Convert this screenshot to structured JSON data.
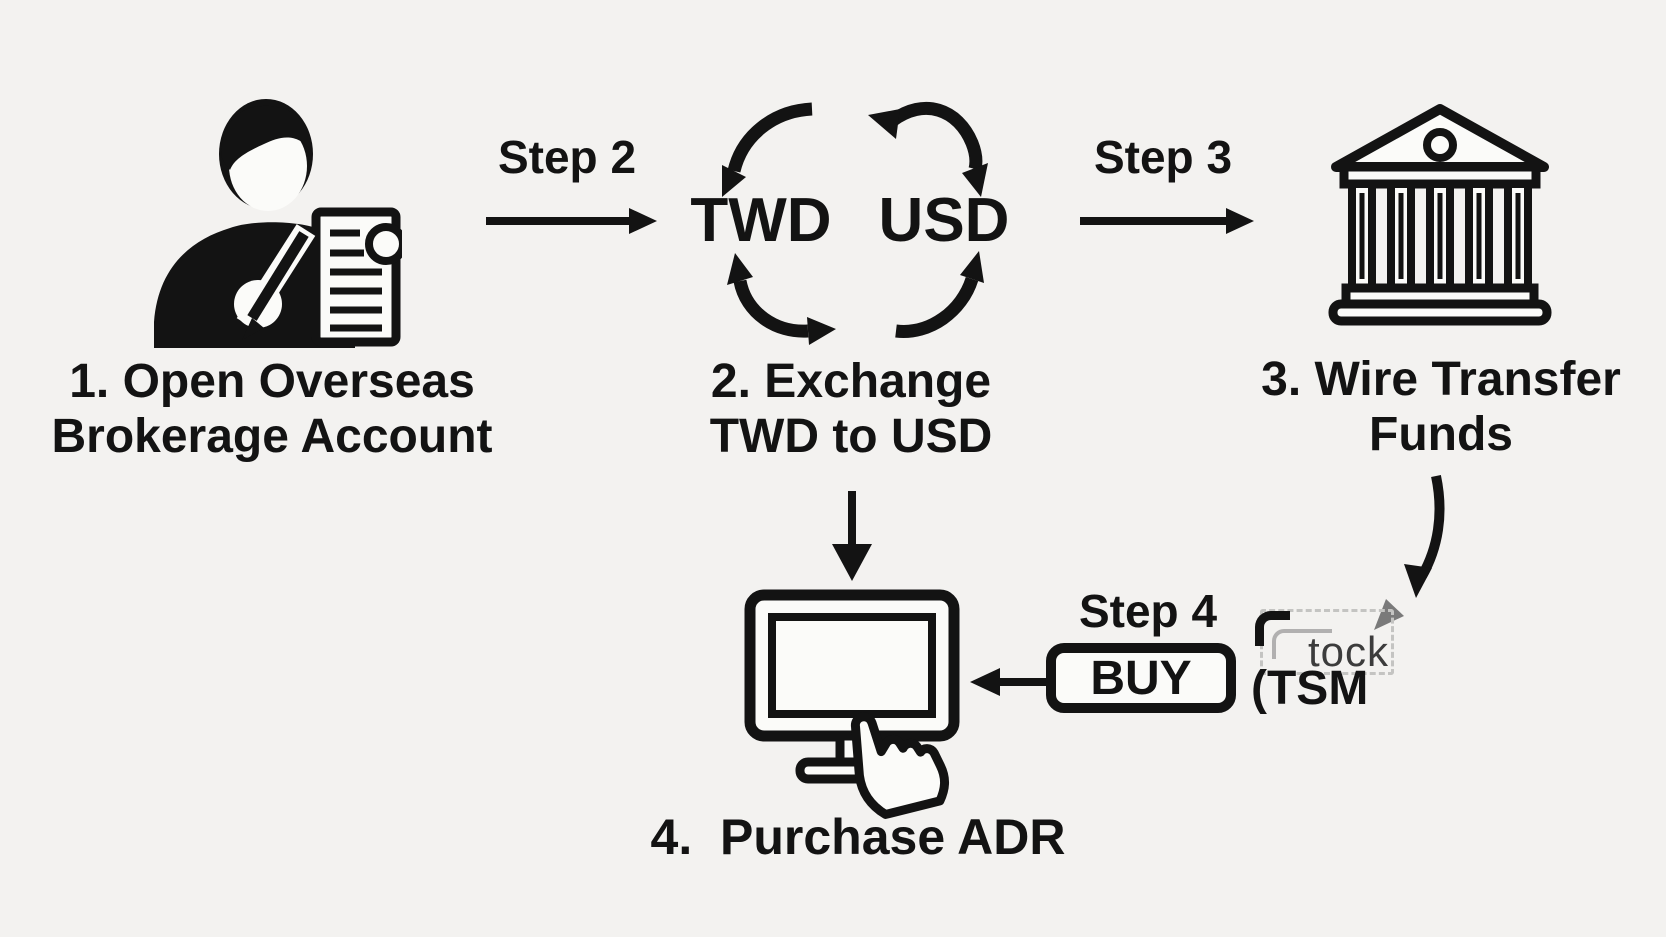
{
  "colors": {
    "background": "#f3f2f0",
    "ink": "#131313",
    "paper": "#fbfbf9",
    "artifact_gray": "#7a7a7a"
  },
  "nodes": {
    "account": {
      "line1": "1. Open Overseas",
      "line2": "Brokerage Account",
      "icon": "person-signing-document"
    },
    "exchange": {
      "currency_left": "TWD",
      "currency_right": "USD",
      "line1": "2. Exchange",
      "line2": "TWD to USD",
      "icon": "currency-cycle-arrows"
    },
    "wire": {
      "line1": "3. Wire Transfer",
      "line2": "Funds",
      "icon": "bank-building"
    },
    "purchase": {
      "label": "4.  Purchase ADR",
      "icon": "monitor-click"
    }
  },
  "connectors": {
    "step2_label": "Step 2",
    "step3_label": "Step 3",
    "step4_label": "Step 4",
    "buy_button_label": "BUY"
  },
  "artifact_text": {
    "top": "tock",
    "bottom": "(TSM"
  }
}
